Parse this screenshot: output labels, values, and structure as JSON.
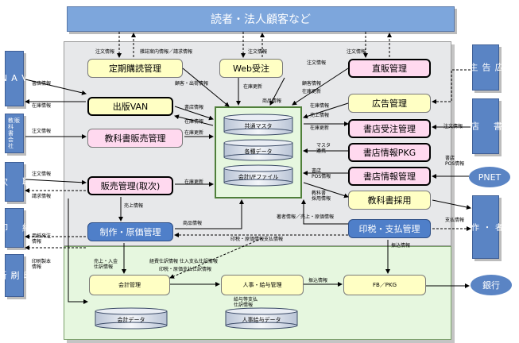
{
  "top_banner": "読者・法人顧客など",
  "left_side": [
    "VAN",
    "教販\n科\n書\n会\n社",
    "取次",
    "紙卸",
    "印刷所"
  ],
  "left_side_labels": {
    "van": "V\nA\nN",
    "kyohan": "教販\n科\n書\n会\n社",
    "torituki": "取\n\n次",
    "kami": "紙\n\n卸",
    "insatsu": "印\n刷\n所"
  },
  "right_side": {
    "koukokunushi": "広\n告\n主",
    "shoten": "書\n\n店",
    "pnet": "PNET",
    "chosha": "著\n者\n・\n作\n家",
    "ginko": "銀行"
  },
  "modules": {
    "teiki": "定期購読管理",
    "web": "Web受注",
    "chokuhan": "直販管理",
    "shuppan_van": "出版VAN",
    "koukoku": "広告管理",
    "kyokasho_hanbai": "教科書販売管理",
    "shoten_juchu": "書店受注管理",
    "shoten_pkg": "書店情報PKG",
    "shoten_joho": "書店情報管理",
    "hanbai": "販売管理(取次)",
    "kyokasho_saiyo": "教科書採用",
    "seisaku": "制作・原価管理",
    "inzei": "印税・支払管理",
    "kaikei": "会計管理",
    "jinji": "人事・給与管理",
    "fb": "FB／PKG"
  },
  "db": {
    "kyotsu": "共通マスタ",
    "kakushu": "各種データ",
    "kaikei_if": "会計I/Fファイル",
    "kaikei_data": "会計データ",
    "jinji_data": "人事給与データ"
  },
  "labels": {
    "l1": "注文情報",
    "l2": "雑誌案内情報／請求情報",
    "l3": "注文情報",
    "l4": "注文情報",
    "l5": "書店情報",
    "l6": "在庫情報",
    "l7": "顧客・出荷情報",
    "l8": "在庫更新",
    "l9": "顧客情報",
    "l10": "在庫更新",
    "l11": "注文情報",
    "l12": "書店情報",
    "l13": "商品情報",
    "l14": "在庫情報",
    "l15": "在庫更新",
    "l16": "在庫情報",
    "l17": "売上情報",
    "l18": "注文情報",
    "l19": "在庫更新",
    "l20": "注文情報",
    "l21": "マスタ\n連携",
    "l22": "書店\nPOS情報",
    "l23": "書店\nPOS情報",
    "l24": "注文情報",
    "l25": "在庫更新",
    "l26": "請求情報",
    "l27": "教科書\n採用情報",
    "l28": "売上情報",
    "l29": "著者情報／売上・原価情報",
    "l30": "支払情報",
    "l31": "商品情報",
    "l32": "用紙発注\n情報",
    "l33": "印税・原価情報支払情報",
    "l34": "振込情報",
    "l35": "印刷製本\n情報",
    "l36": "売上・入金\n仕訳情報",
    "l37": "経費仕訳情報 仕入支払仕訳情報",
    "l38": "印税・原価支払仕訳情報",
    "l39": "振込情報",
    "l40": "給与等支払\n仕訳情報"
  },
  "colors": {
    "banner": "#7da6dc",
    "side": "#5a84c4",
    "yellow": "#ffffc4",
    "pink": "#ffd9ef",
    "blue_mod": "#4f7fc9",
    "green": "#e6f7df",
    "gray_panel": "#e7e8ea"
  }
}
